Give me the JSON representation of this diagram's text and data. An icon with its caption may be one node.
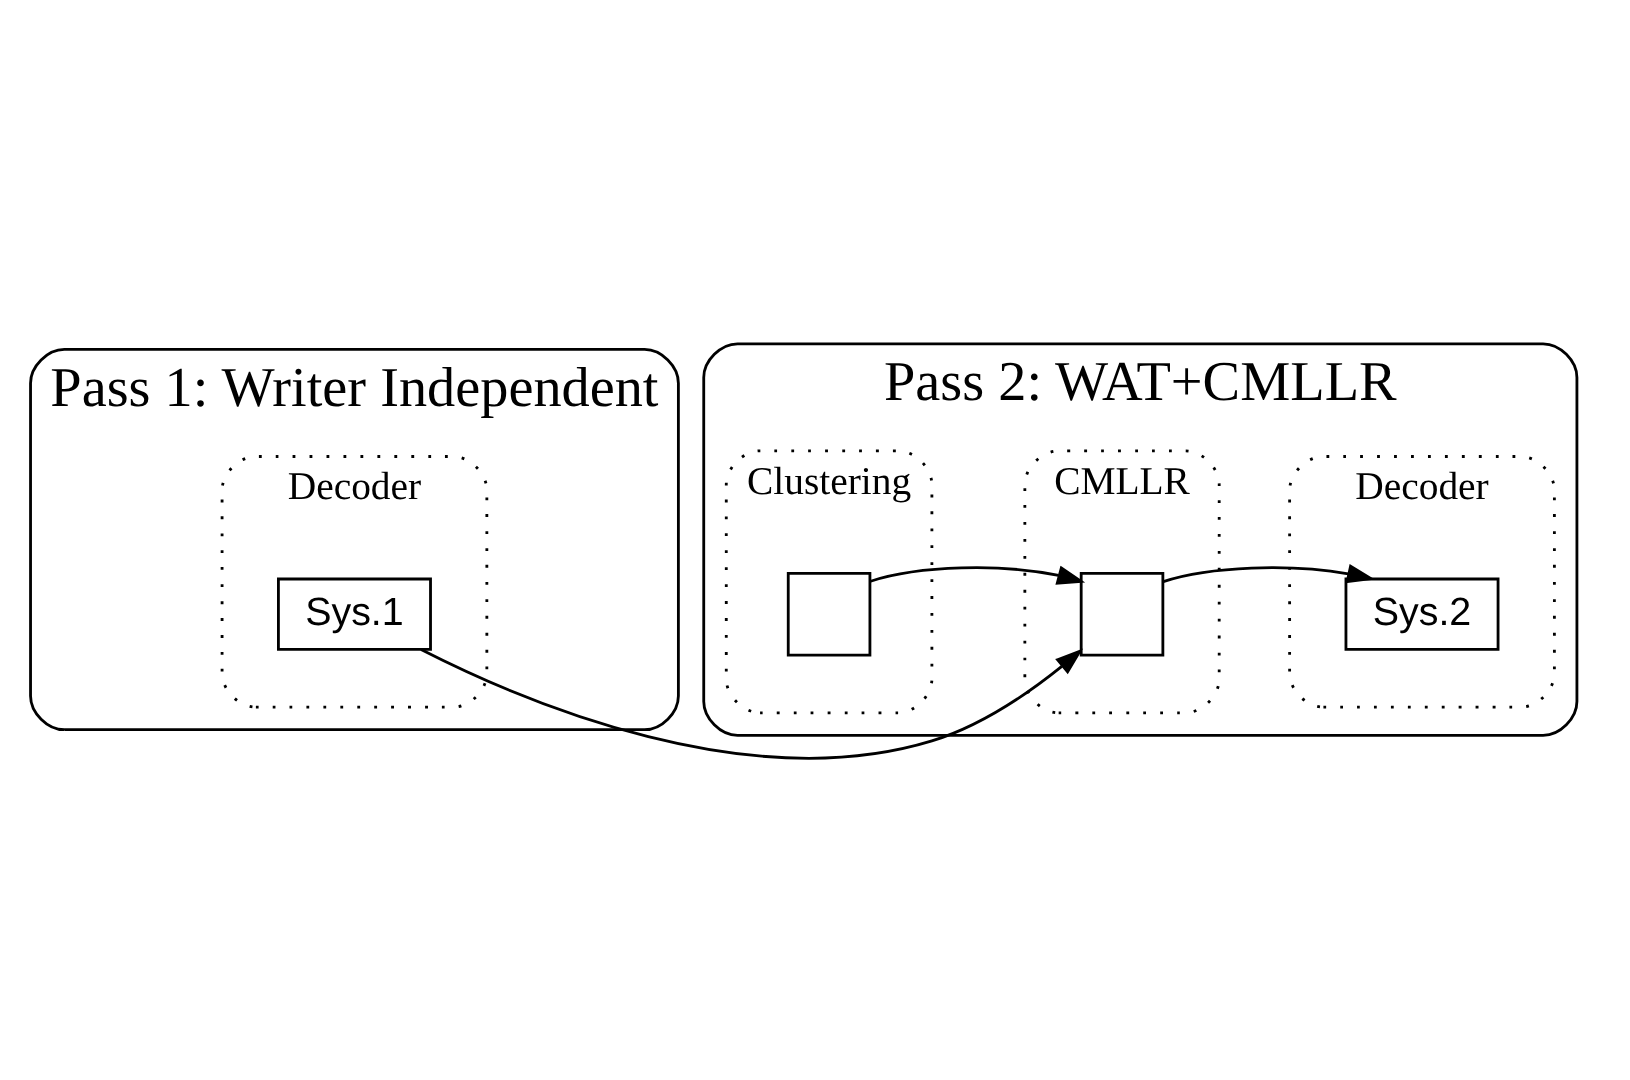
{
  "diagram": {
    "nodes": [
      {
        "text": [
          "Pass 1: Writer Independent"
        ]
      },
      {
        "text": [
          "Decoder"
        ],
        "in": 0
      },
      {
        "text": [
          "Sys.1"
        ],
        "in": 1
      },
      {
        "text": [
          "Pass 2: WAT+CMLLR"
        ]
      },
      {
        "text": [
          "Clustering"
        ],
        "in": 3
      },
      {
        "text": [],
        "shape": "box",
        "in": 4
      },
      {
        "text": [
          "CMLLR"
        ],
        "in": 3
      },
      {
        "text": [],
        "shape": "box",
        "in": 6
      },
      {
        "text": [
          "Decoder"
        ],
        "in": 3
      },
      {
        "text": [
          "Sys.2"
        ],
        "in": 8
      }
    ],
    "edges": [
      {
        "from": 2,
        "to": 7,
        "arrow": "to"
      },
      {
        "from": 5,
        "to": 7,
        "arrow": "to"
      },
      {
        "from": 7,
        "to": 9,
        "arrow": "to"
      }
    ]
  }
}
